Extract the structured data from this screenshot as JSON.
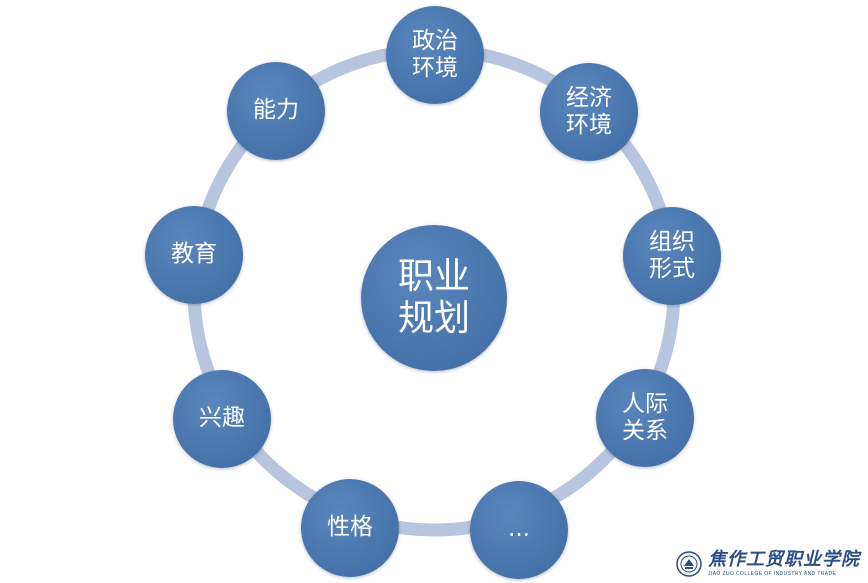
{
  "diagram": {
    "center_label": "职业\n规划",
    "nodes": [
      {
        "id": "political",
        "label": "政治\n环境"
      },
      {
        "id": "economic",
        "label": "经济\n环境"
      },
      {
        "id": "organization",
        "label": "组织\n形式"
      },
      {
        "id": "relations",
        "label": "人际\n关系"
      },
      {
        "id": "more",
        "label": "..."
      },
      {
        "id": "personality",
        "label": "性格"
      },
      {
        "id": "interest",
        "label": "兴趣"
      },
      {
        "id": "education",
        "label": "教育"
      },
      {
        "id": "ability",
        "label": "能力"
      }
    ],
    "colors": {
      "node": "#4a76ae",
      "ring": "#b7c6de",
      "text": "#ffffff"
    }
  },
  "footer": {
    "logo_cn": "焦作工贸职业学院",
    "logo_en": "JIAO ZUO COLLEGE OF INDUSTRY AND TRADE"
  }
}
